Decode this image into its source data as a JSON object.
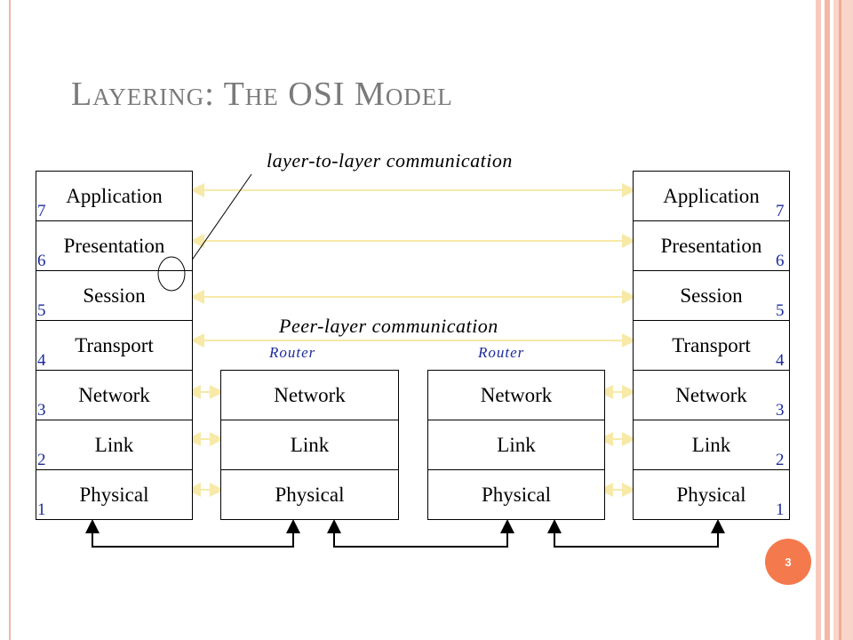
{
  "title": "Layering: The OSI Model",
  "annotation": "layer-to-layer communication",
  "peer_label": "Peer-layer communication",
  "router_labels": [
    "Router",
    "Router"
  ],
  "host_layers": [
    "Application",
    "Presentation",
    "Session",
    "Transport",
    "Network",
    "Link",
    "Physical"
  ],
  "router_layers": [
    "Network",
    "Link",
    "Physical"
  ],
  "layer_numbers": [
    "7",
    "6",
    "5",
    "4",
    "3",
    "2",
    "1"
  ],
  "slide_number": "3",
  "colors": {
    "arrow": "#f7e9a8",
    "accent": "#f47a4e",
    "number": "#1c2b9a",
    "title": "#7a7a7a"
  }
}
